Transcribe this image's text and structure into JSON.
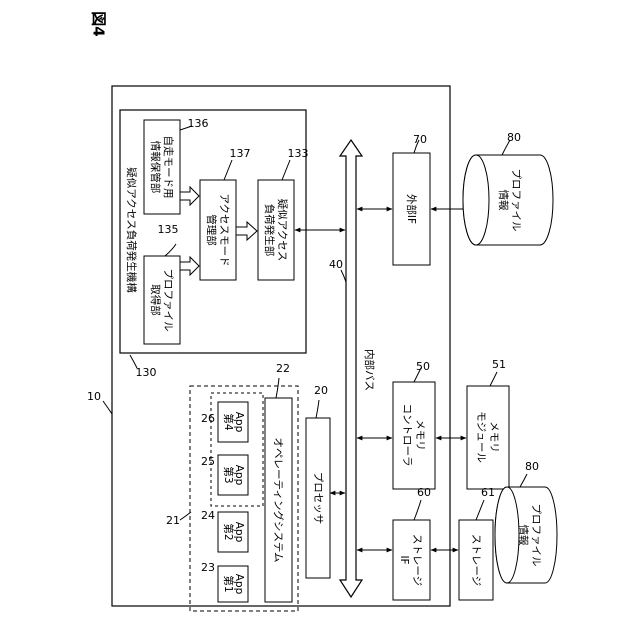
{
  "figure_label": "図4",
  "labels": {
    "system_ref": "10",
    "mechanism_title": "疑似アクセス負荷発生機構",
    "mechanism_ref": "130",
    "profile_acq_l1": "プロファイル",
    "profile_acq_l2": "取得部",
    "profile_acq_ref": "135",
    "self_mode_l1": "自走モード用",
    "self_mode_l2": "情報保管部",
    "self_mode_ref": "136",
    "access_mode_l1": "アクセスモード",
    "access_mode_l2": "管理部",
    "access_mode_ref": "137",
    "pseudo_gen_l1": "疑似アクセス",
    "pseudo_gen_l2": "負荷発生部",
    "pseudo_gen_ref": "133",
    "bus_label": "内部バス",
    "bus_ref": "40",
    "ext_if": "外部IF",
    "ext_if_ref": "70",
    "profile_info_top_l1": "プロファイル",
    "profile_info_top_l2": "情報",
    "profile_info_top_ref": "80",
    "apps_ref": "21",
    "app1_l1": "第1",
    "app1_l2": "App",
    "app1_ref": "23",
    "app2_l1": "第2",
    "app2_l2": "App",
    "app2_ref": "24",
    "app3_l1": "第3",
    "app3_l2": "App",
    "app3_ref": "25",
    "app4_l1": "第4",
    "app4_l2": "App",
    "app4_ref": "26",
    "os": "オペレーティングシステム",
    "os_ref": "22",
    "processor": "プロセッサ",
    "processor_ref": "20",
    "mem_ctrl_l1": "メモリ",
    "mem_ctrl_l2": "コントローラ",
    "mem_ctrl_ref": "50",
    "mem_module_l1": "メモリ",
    "mem_module_l2": "モジュール",
    "mem_module_ref": "51",
    "storage_if_l1": "ストレージ",
    "storage_if_l2": "IF",
    "storage_if_ref": "60",
    "storage": "ストレージ",
    "storage_ref": "61",
    "profile_info_bottom_l1": "プロファイル",
    "profile_info_bottom_l2": "情報",
    "profile_info_bottom_ref": "80"
  }
}
